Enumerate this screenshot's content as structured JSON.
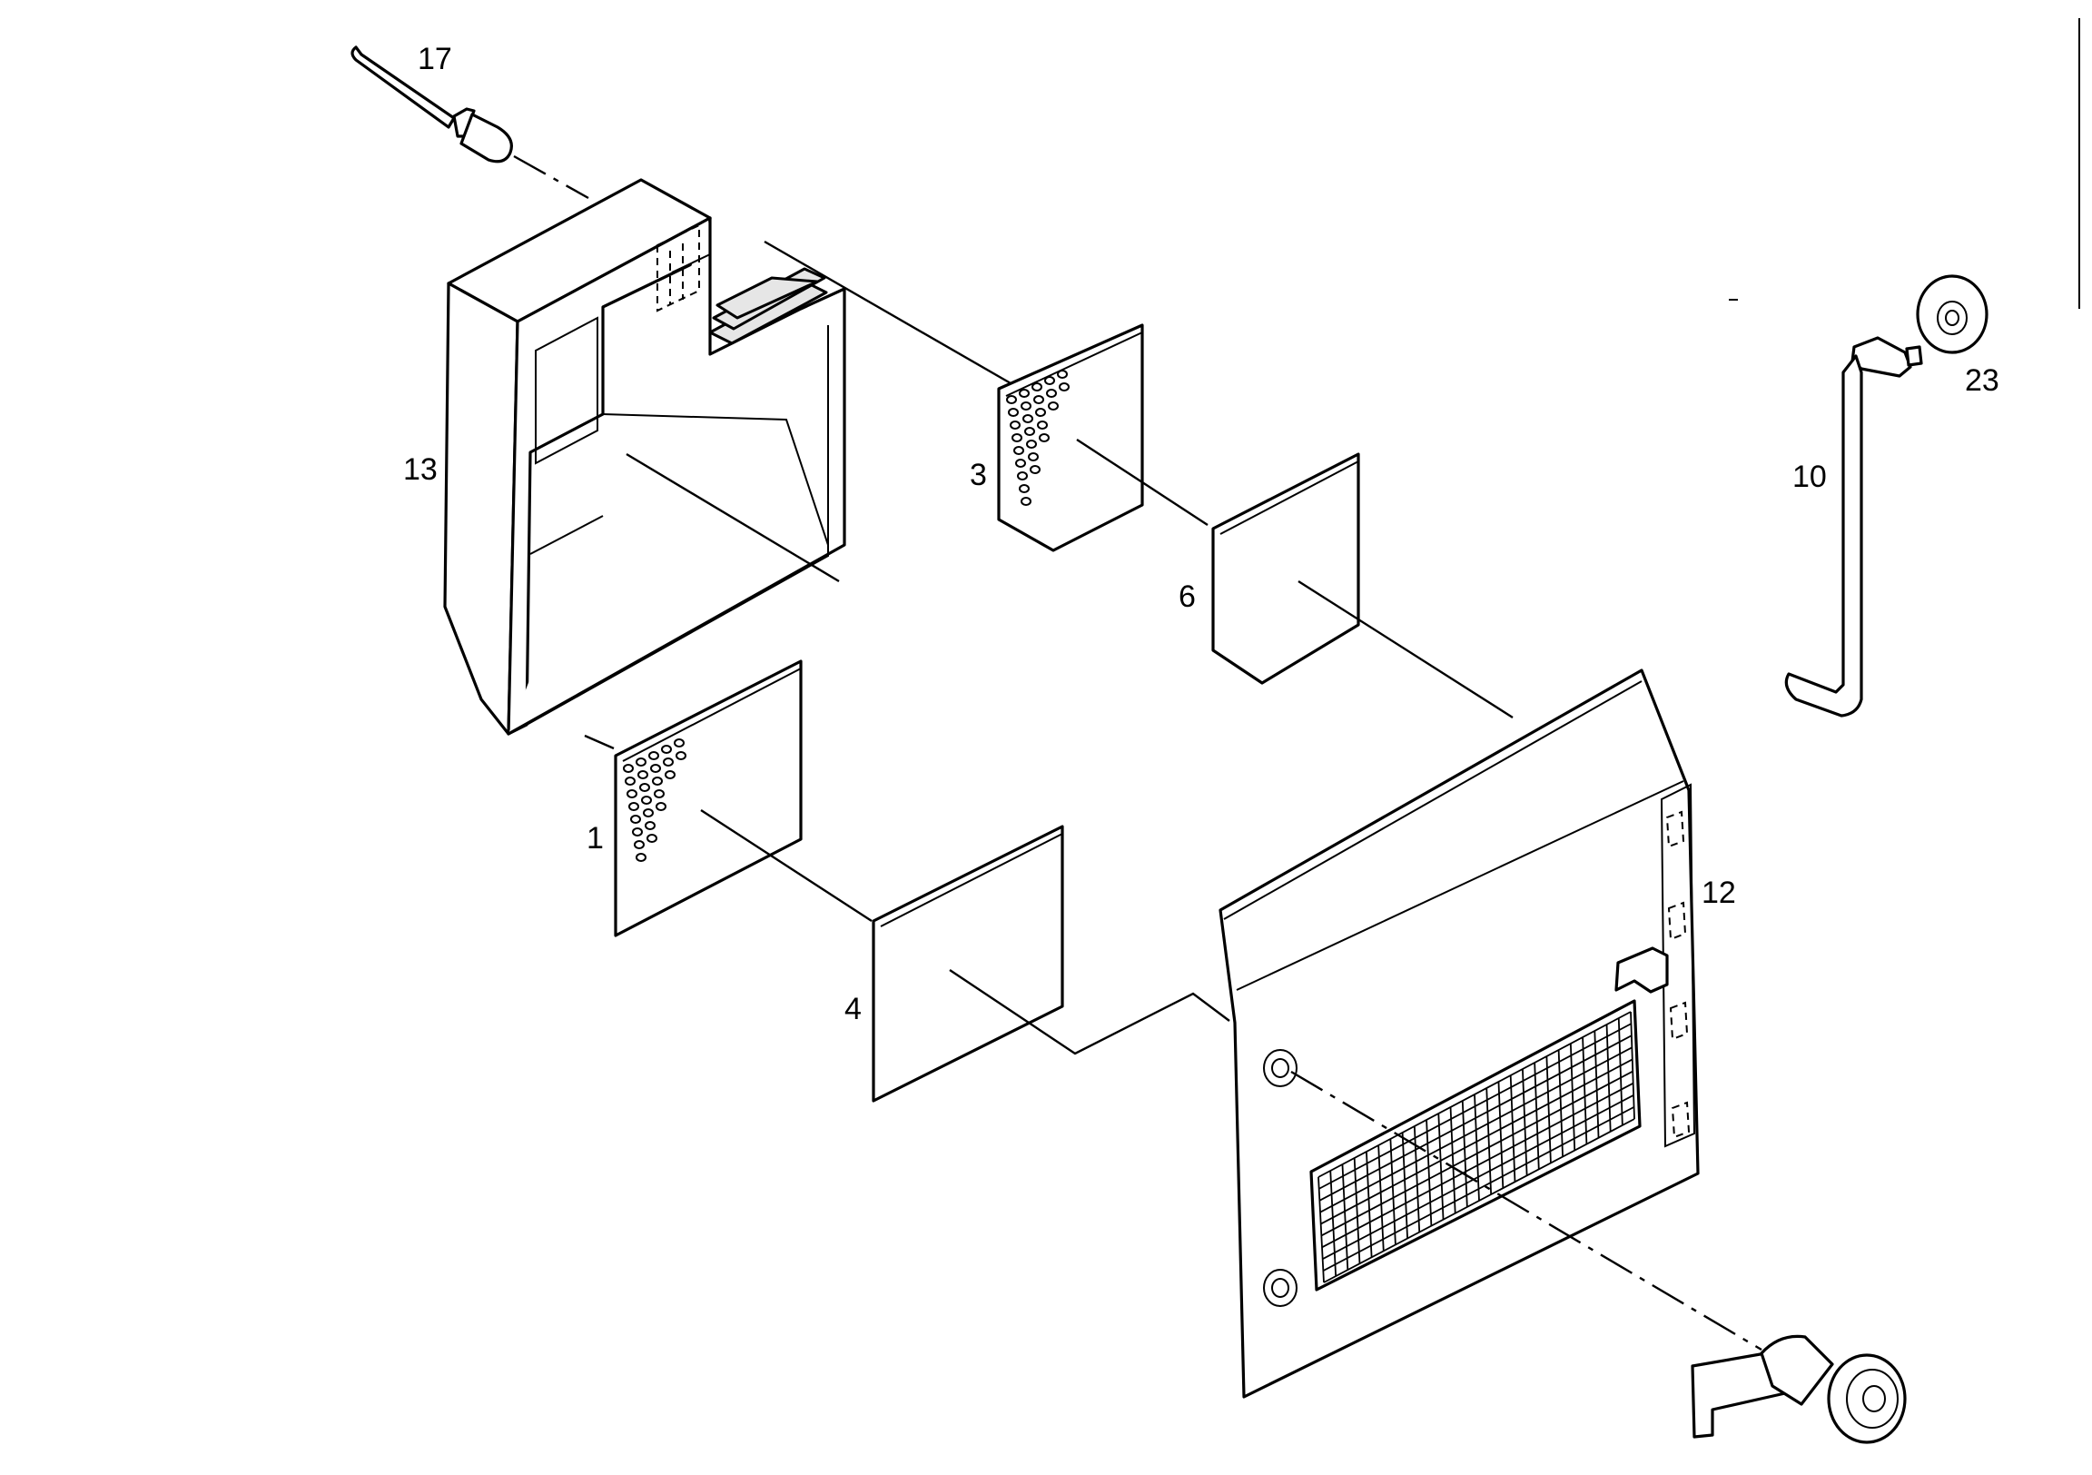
{
  "diagram": {
    "type": "exploded-parts-view",
    "callouts": {
      "c17": "17",
      "c13": "13",
      "c3": "3",
      "c6": "6",
      "c1": "1",
      "c4": "4",
      "c12": "12",
      "c10": "10",
      "c23": "23"
    }
  }
}
